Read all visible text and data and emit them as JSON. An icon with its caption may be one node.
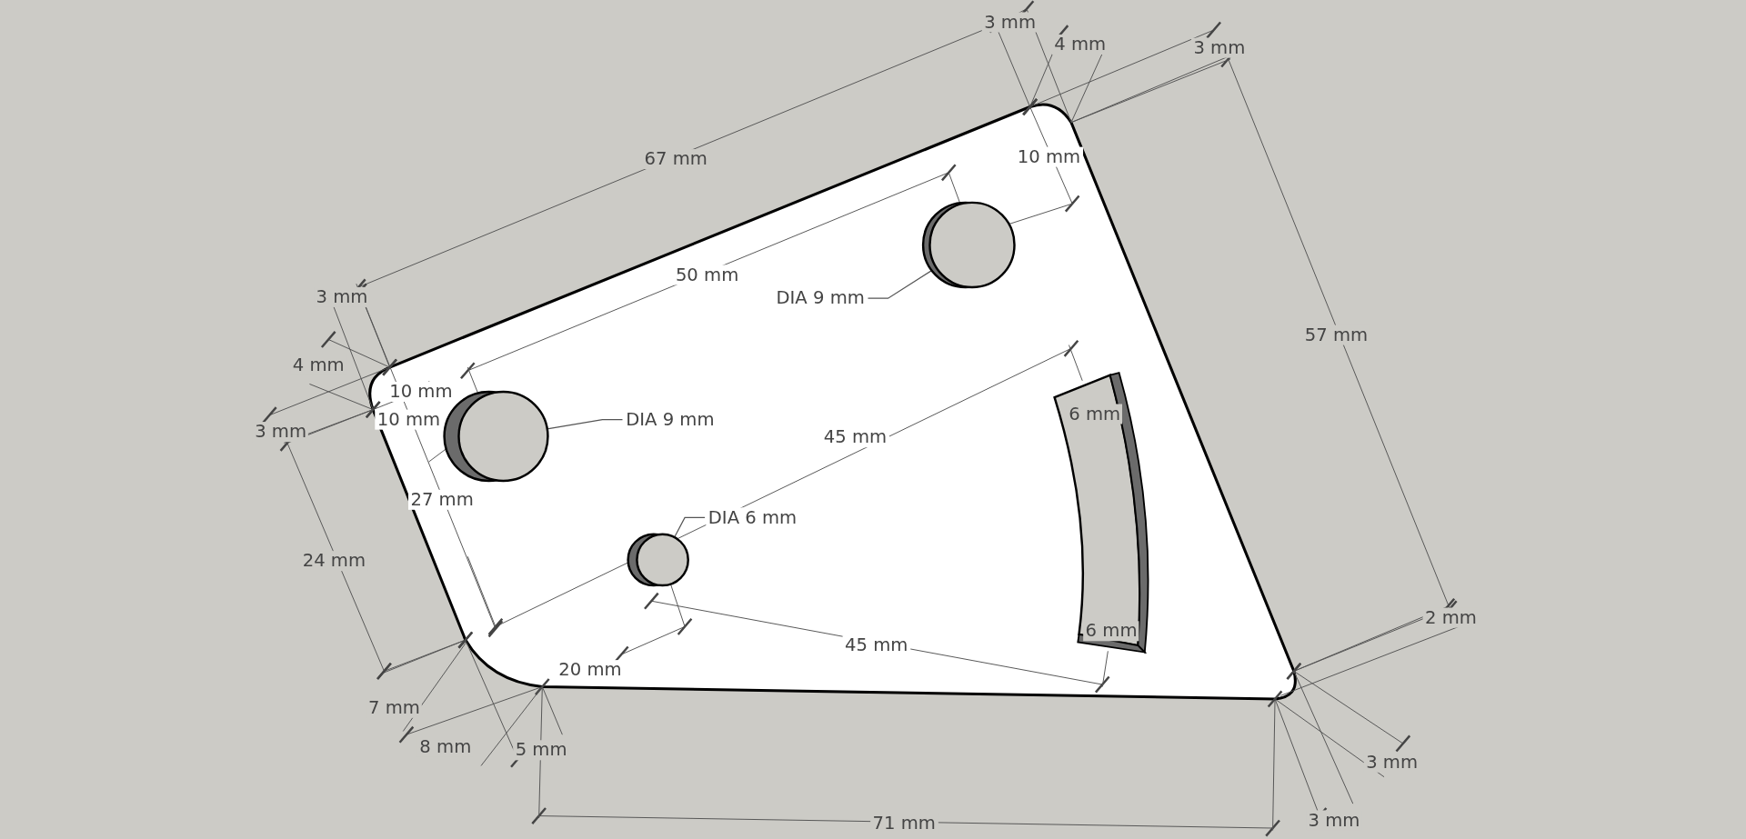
{
  "diagram": {
    "nodes": [
      {
        "text": [
          "DIA 9 mm"
        ]
      },
      {
        "text": [],
        "shape": "circle"
      },
      {
        "text": [
          "DIA 9 mm"
        ]
      },
      {
        "text": [],
        "shape": "circle"
      },
      {
        "text": [
          "DIA 6 mm"
        ]
      },
      {
        "text": [],
        "shape": "circle"
      }
    ],
    "edges": [
      {
        "from": 0,
        "to": 1,
        "arrow": "none"
      },
      {
        "from": 2,
        "to": 3,
        "arrow": "none"
      },
      {
        "from": 4,
        "to": 5,
        "arrow": "none"
      }
    ],
    "labels": [
      "3 mm",
      "4 mm",
      "3 mm",
      "10 mm",
      "67 mm",
      "50 mm",
      "3 mm",
      "57 mm",
      "4 mm",
      "10 mm",
      "6 mm",
      "10 mm",
      "3 mm",
      "45 mm",
      "27 mm",
      "24 mm",
      "2 mm",
      "6 mm",
      "45 mm",
      "20 mm",
      "7 mm",
      "8 mm",
      "5 mm",
      "3 mm",
      "3 mm",
      "71 mm"
    ]
  }
}
